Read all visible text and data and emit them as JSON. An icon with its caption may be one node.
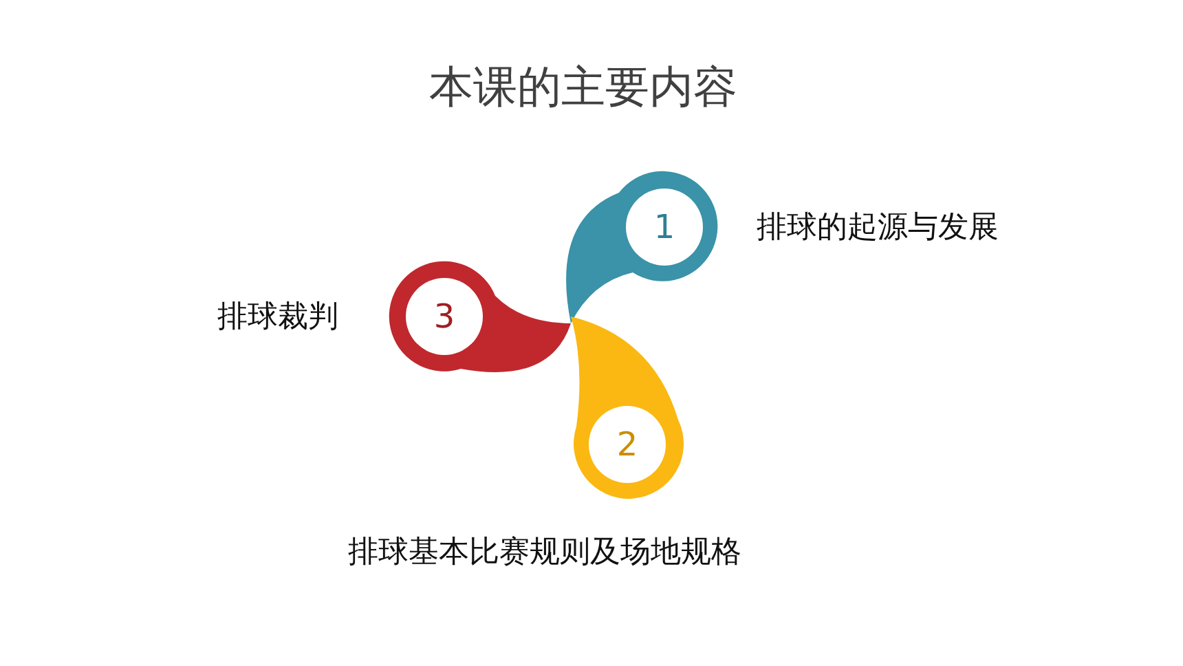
{
  "diagram": {
    "title": "本课的主要内容",
    "nodes": [
      {
        "text": [
          "1"
        ],
        "beside": [
          "排球的起源与发展"
        ]
      },
      {
        "text": [
          "2"
        ],
        "beside": [
          "排球基本比赛规则及场地规格"
        ]
      },
      {
        "text": [
          "3"
        ],
        "beside": [
          "排球裁判"
        ]
      }
    ]
  }
}
